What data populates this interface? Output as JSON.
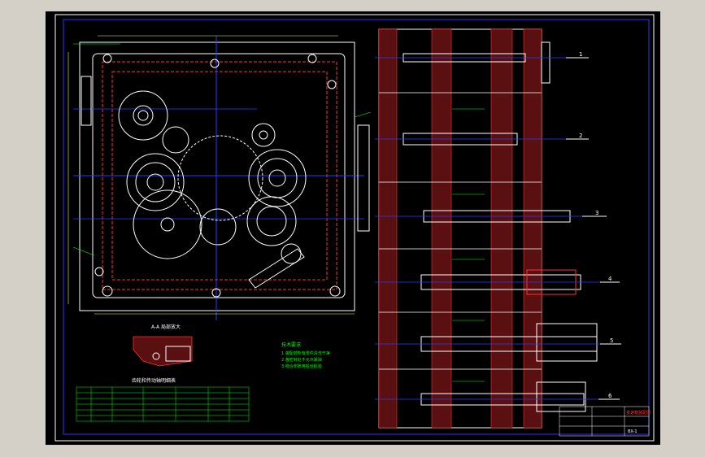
{
  "drawing": {
    "detail_title": "A-A 局部放大",
    "table_title": "齿轮和传动轴明细表",
    "notes_title": "技术要求",
    "notes_lines": [
      "1.装配前所有零件清洗干净",
      "2.各密封处不允许漏油",
      "3.啮合侧隙用铅丝检验"
    ],
    "title_block_name": "变速箱装配图",
    "title_block_code": "BX-1",
    "arrow_labels": [
      "1",
      "2",
      "3",
      "4",
      "5",
      "6"
    ]
  },
  "colors": {
    "frame": "#ffffff",
    "border": "#3030ff",
    "gear": "#ffffff",
    "hatch": "#8b1a1a",
    "centerline": "#2040ff",
    "dimension": "#00ff00",
    "annotation": "#ffff00",
    "hidden": "#ff3030",
    "section": "#ff00ff"
  }
}
